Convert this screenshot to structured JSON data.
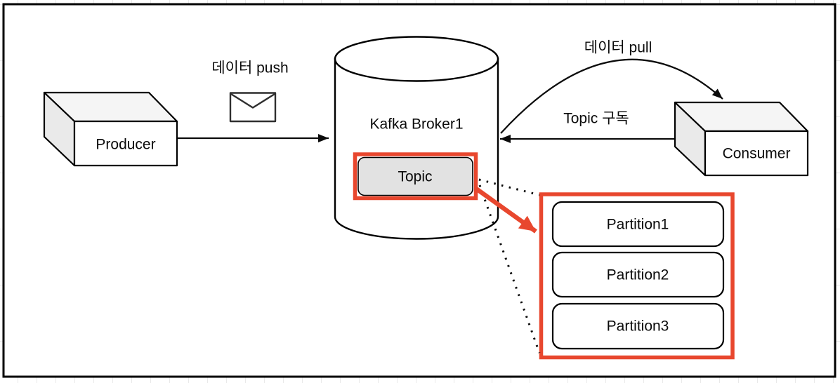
{
  "diagram": {
    "nodes": {
      "producer": {
        "label": "Producer",
        "shape": "cube"
      },
      "broker": {
        "label": "Kafka Broker1",
        "shape": "cylinder"
      },
      "topic": {
        "label": "Topic",
        "shape": "rounded-rect",
        "highlighted": true,
        "fill": "#E2E2E2"
      },
      "consumer": {
        "label": "Consumer",
        "shape": "cube"
      },
      "partition_group": {
        "highlighted": true,
        "items": [
          {
            "label": "Partition1"
          },
          {
            "label": "Partition2"
          },
          {
            "label": "Partition3"
          }
        ]
      }
    },
    "edges": {
      "push": {
        "label": "데이터 push",
        "from": "producer",
        "to": "broker",
        "icon": "envelope-icon",
        "style": "straight-arrow"
      },
      "pull": {
        "label": "데이터 pull",
        "from": "broker",
        "to": "consumer",
        "style": "curved-arrow"
      },
      "subscribe": {
        "label": "Topic 구독",
        "from": "consumer",
        "to": "broker",
        "style": "straight-arrow"
      },
      "topic_detail": {
        "label": "",
        "from": "topic",
        "to": "partition_group",
        "style": "red-arrow-with-dotted-callout"
      }
    },
    "colors": {
      "highlight_red": "#E8472E",
      "topic_fill": "#E2E2E2",
      "line_black": "#000000",
      "cube_top": "#F5F5F5",
      "cube_side": "#EAEAEA",
      "canvas_border": "#000000",
      "grid_line": "#E9E9E9"
    }
  }
}
